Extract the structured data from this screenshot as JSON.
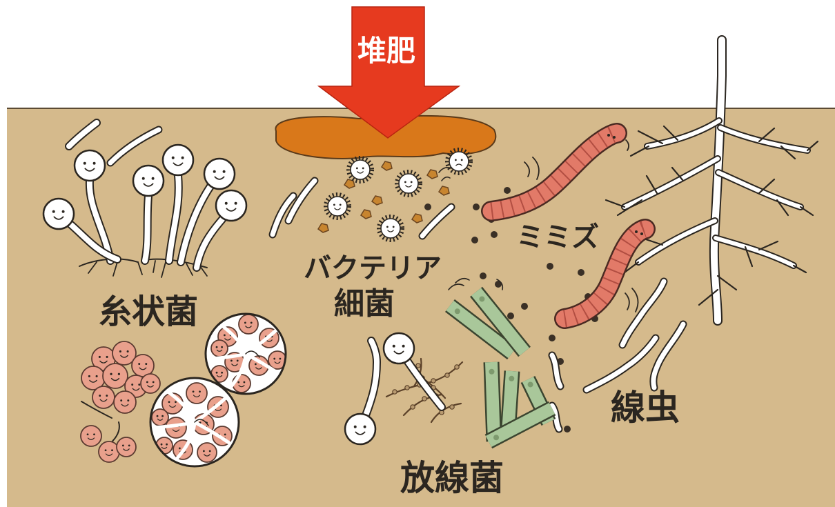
{
  "labels": {
    "compost": "堆肥",
    "filamentous_fungi": "糸状菌",
    "bacteria_katakana": "バクテリア",
    "bacteria_kanji": "細菌",
    "earthworm": "ミミズ",
    "nematode": "線虫",
    "actinomycetes": "放線菌"
  },
  "colors": {
    "soil": "#d5ba8c",
    "arrow": "#e63a1f",
    "compost": "#d9781a",
    "worm": "#e27a68",
    "actinomycete": "#a9c79a",
    "cell": "#e9a08c",
    "outline": "#2b2620"
  }
}
